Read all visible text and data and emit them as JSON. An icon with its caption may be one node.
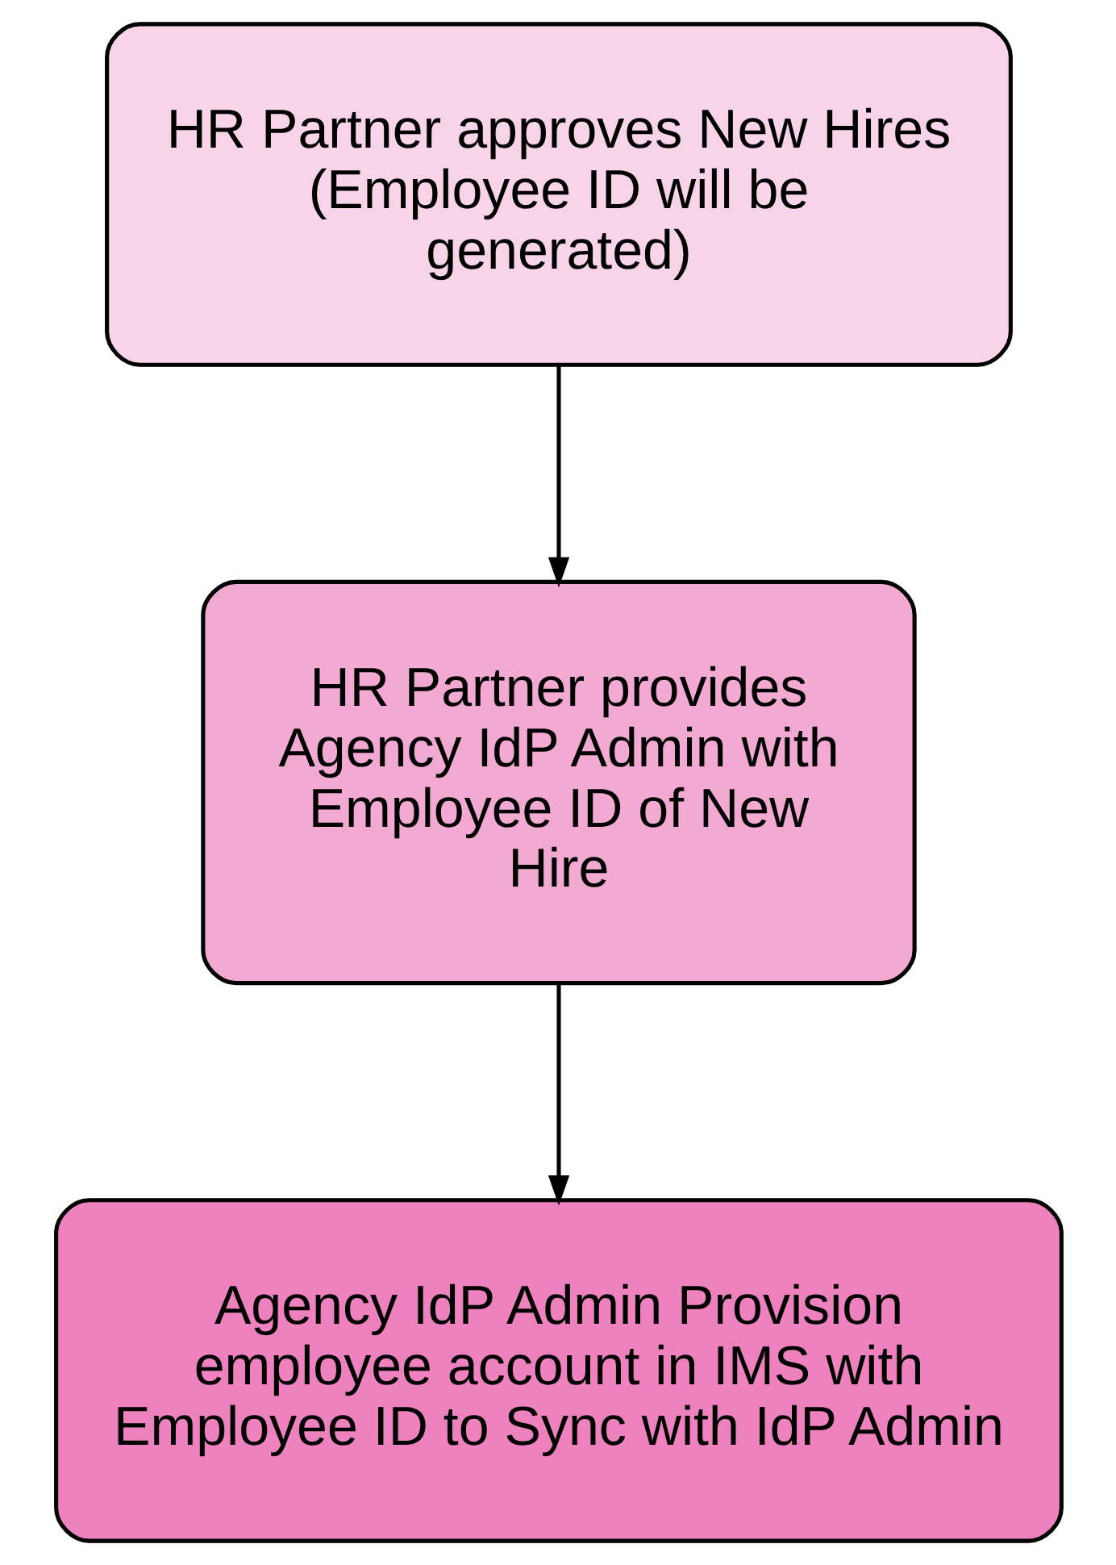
{
  "diagram": {
    "nodes": [
      {
        "text": [
          "HR Partner approves New Hires (Employee ID will be generated)"
        ]
      },
      {
        "text": [
          "HR Partner provides Agency IdP Admin with Employee ID of New Hire"
        ]
      },
      {
        "text": [
          "Agency IdP Admin Provision employee account in IMS with Employee ID to Sync with IdP Admin"
        ]
      }
    ],
    "edges": [
      {
        "from": 0,
        "to": 1,
        "arrow": "to"
      },
      {
        "from": 1,
        "to": 2,
        "arrow": "to"
      }
    ]
  }
}
